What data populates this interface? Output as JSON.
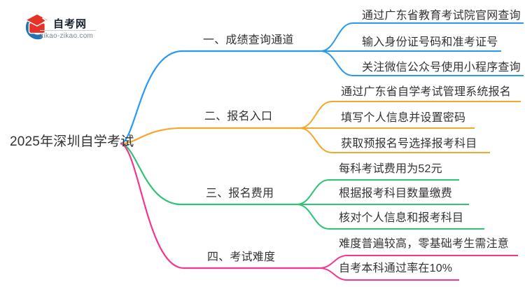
{
  "logo": {
    "site_name": "自考网",
    "site_url": "zikao-zikao.com"
  },
  "root": {
    "label": "2025年深圳自学考试"
  },
  "branches": [
    {
      "label": "一、成绩查询通道",
      "color": "#2b99f1",
      "children": [
        "通过广东省教育考试院官网查询",
        "输入身份证号码和准考证号",
        "关注微信公众号使用小程序查询"
      ]
    },
    {
      "label": "二、报名入口",
      "color": "#f6a62b",
      "children": [
        "通过广东省自学考试管理系统报名",
        "填写个人信息并设置密码",
        "获取预报名号选择报考科目"
      ]
    },
    {
      "label": "三、报名费用",
      "color": "#2fc474",
      "children": [
        "每科考试费用为52元",
        "根据报考科目数量缴费",
        "核对个人信息和报考科目"
      ]
    },
    {
      "label": "四、考试难度",
      "color": "#f5368f",
      "children": [
        "难度普遍较高，零基础考生需注意",
        "自考本科通过率在10%"
      ]
    }
  ],
  "colors": {
    "text": "#333333",
    "logo_blue": "#2173b4",
    "logo_red": "#e6332a"
  }
}
